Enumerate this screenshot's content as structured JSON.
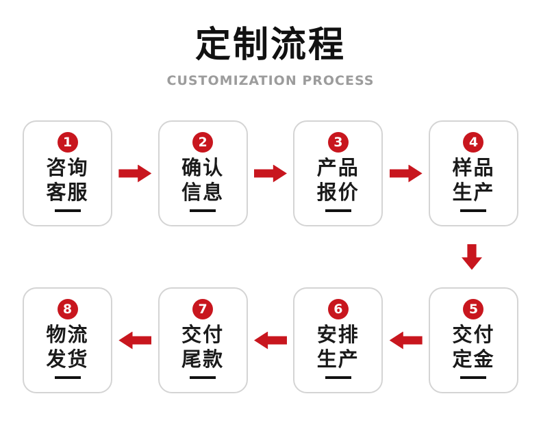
{
  "header": {
    "title": "定制流程",
    "subtitle": "CUSTOMIZATION PROCESS"
  },
  "colors": {
    "accent_red": "#c8161e",
    "box_border": "#d4d4d4",
    "text_dark": "#1a1a1a",
    "subtitle_gray": "#9c9c9c"
  },
  "steps": [
    {
      "number": "1",
      "line1": "咨询",
      "line2": "客服"
    },
    {
      "number": "2",
      "line1": "确认",
      "line2": "信息"
    },
    {
      "number": "3",
      "line1": "产品",
      "line2": "报价"
    },
    {
      "number": "4",
      "line1": "样品",
      "line2": "生产"
    },
    {
      "number": "5",
      "line1": "交付",
      "line2": "定金"
    },
    {
      "number": "6",
      "line1": "安排",
      "line2": "生产"
    },
    {
      "number": "7",
      "line1": "交付",
      "line2": "尾款"
    },
    {
      "number": "8",
      "line1": "物流",
      "line2": "发货"
    }
  ]
}
